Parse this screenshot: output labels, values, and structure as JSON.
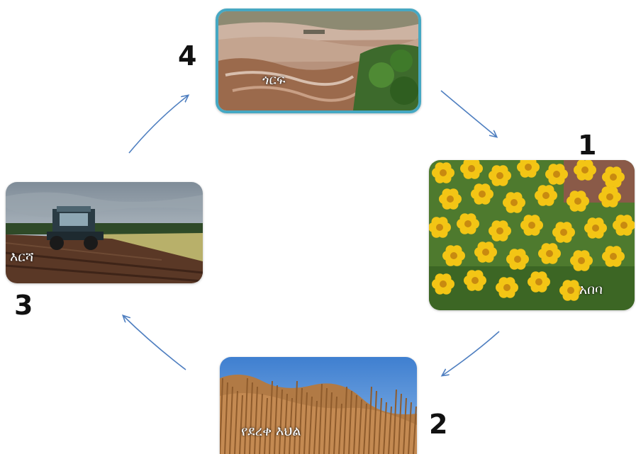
{
  "stages": [
    {
      "id": "flower",
      "step": "1",
      "label": "አበባ"
    },
    {
      "id": "grain",
      "step": "2",
      "label": "የደረቀ እህል"
    },
    {
      "id": "plough",
      "step": "3",
      "label": "እርሻ"
    },
    {
      "id": "flood",
      "step": "4",
      "label": "ጎርፍ"
    }
  ],
  "colors": {
    "arrow": "#4f7fc0",
    "highlight_border": "#46a8c3",
    "number": "#111111",
    "caption": "#ffffff"
  }
}
